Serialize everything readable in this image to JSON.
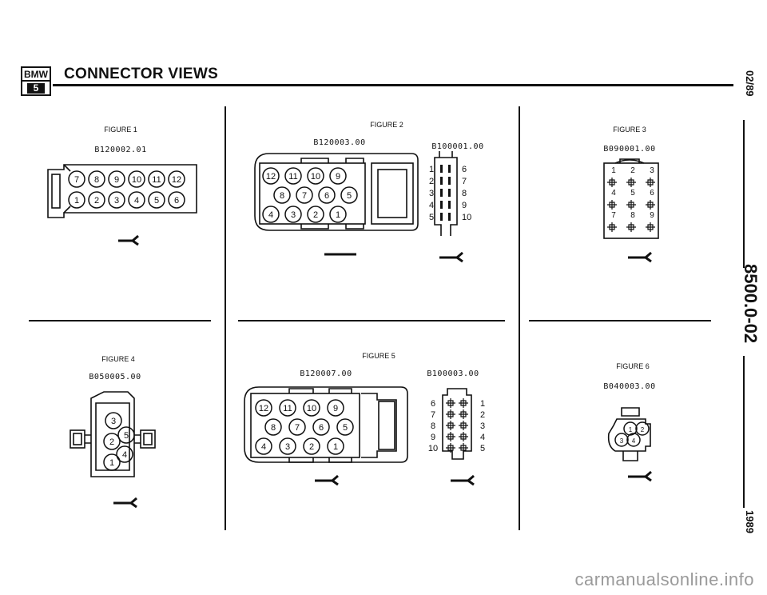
{
  "header": {
    "logo_brand": "BMW",
    "logo_series": "5",
    "title": "CONNECTOR VIEWS"
  },
  "side": {
    "date": "02/89",
    "doc_number": "8500.0-02",
    "year": "1989"
  },
  "figures": [
    {
      "label": "FIGURE 1",
      "parts": [
        "B120002.01"
      ],
      "pins": [
        "7",
        "8",
        "9",
        "10",
        "11",
        "12",
        "1",
        "2",
        "3",
        "4",
        "5",
        "6"
      ]
    },
    {
      "label": "FIGURE 2",
      "parts": [
        "B120003.00",
        "B100001.00"
      ],
      "pins": [
        "12",
        "11",
        "10",
        "9",
        "8",
        "7",
        "6",
        "5",
        "4",
        "3",
        "2",
        "1"
      ],
      "pins_b": [
        "1",
        "2",
        "3",
        "4",
        "5",
        "6",
        "7",
        "8",
        "9",
        "10"
      ]
    },
    {
      "label": "FIGURE 3",
      "parts": [
        "B090001.00"
      ],
      "pins": [
        "1",
        "2",
        "3",
        "4",
        "5",
        "6",
        "7",
        "8",
        "9"
      ]
    },
    {
      "label": "FIGURE 4",
      "parts": [
        "B050005.00"
      ],
      "pins": [
        "3",
        "5",
        "2",
        "4",
        "1"
      ]
    },
    {
      "label": "FIGURE 5",
      "parts": [
        "B120007.00",
        "B100003.00"
      ],
      "pins": [
        "12",
        "11",
        "10",
        "9",
        "8",
        "7",
        "6",
        "5",
        "4",
        "3",
        "2",
        "1"
      ],
      "pins_b": [
        "6",
        "7",
        "8",
        "9",
        "10",
        "1",
        "2",
        "3",
        "4",
        "5"
      ]
    },
    {
      "label": "FIGURE 6",
      "parts": [
        "B040003.00"
      ],
      "pins": [
        "1",
        "2",
        "3",
        "4"
      ]
    }
  ],
  "watermark": "carmanualsonline.info",
  "icons": {
    "logo": "bmw-5-series-logo",
    "orientation_marker": "connector-orientation-marker-icon"
  }
}
